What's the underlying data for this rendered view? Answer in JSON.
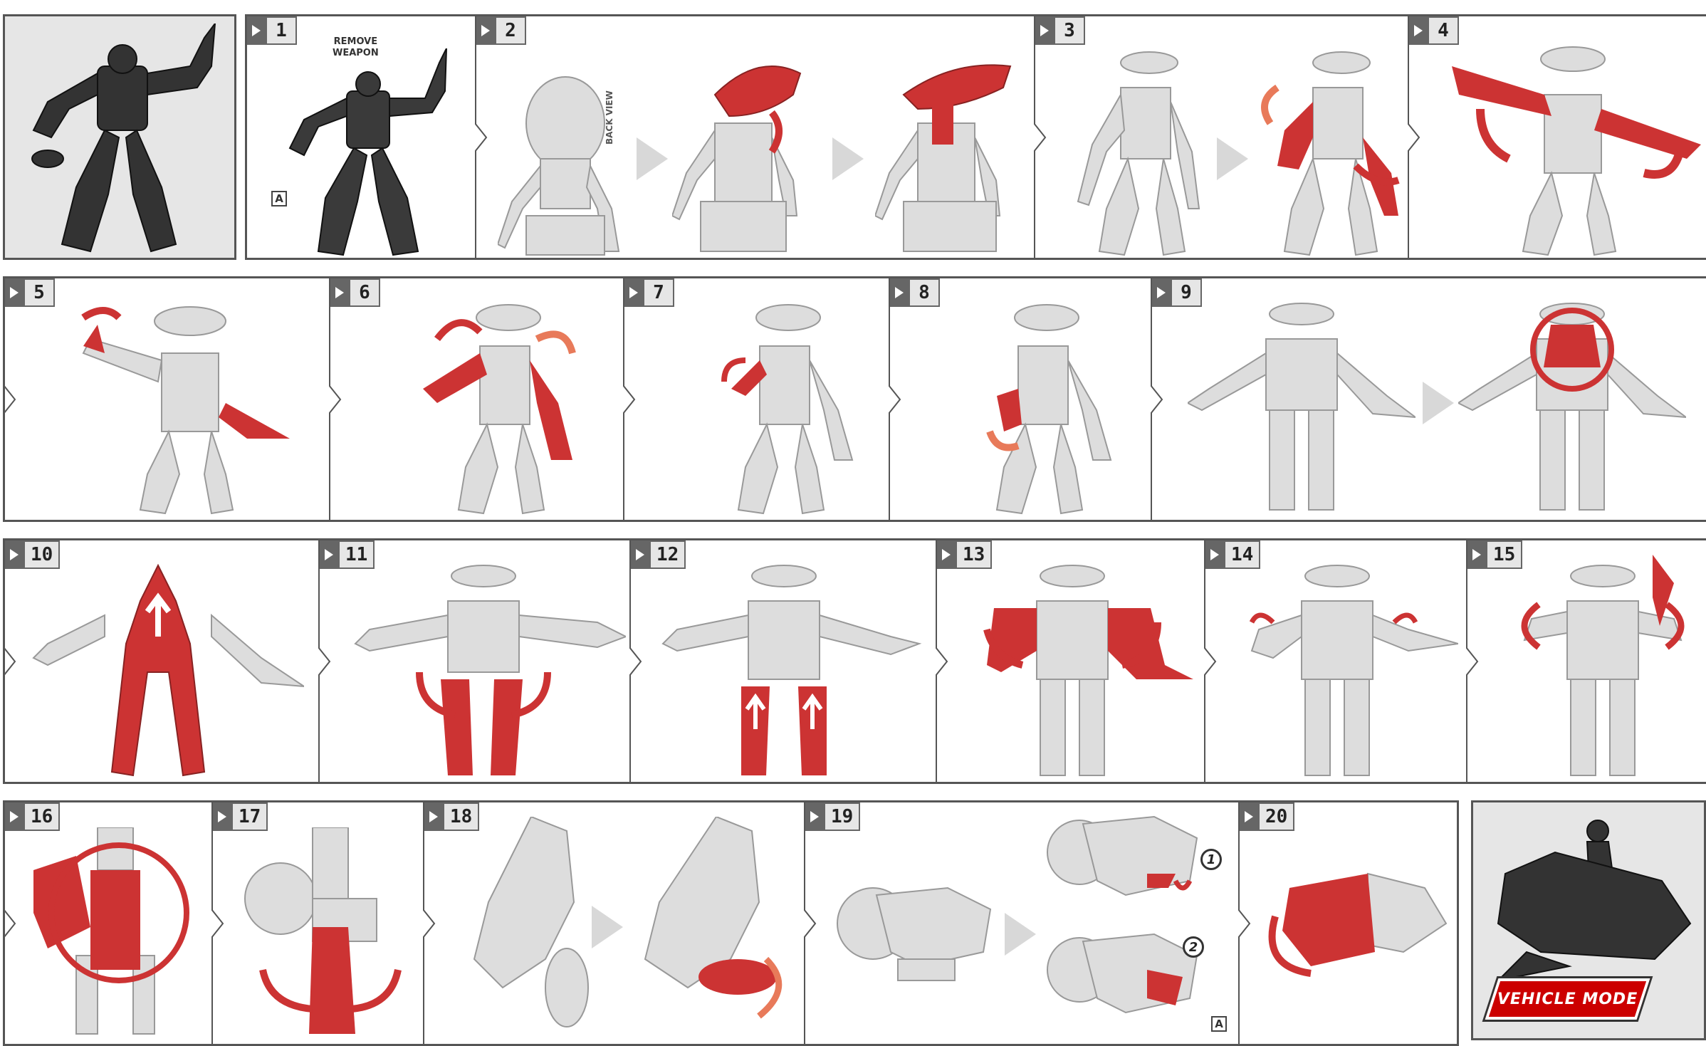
{
  "header_figure": {
    "name": "robot-mode"
  },
  "step1": {
    "number": "1",
    "label_line1": "REMOVE",
    "label_line2": "WEAPON",
    "callout": "A"
  },
  "step2": {
    "number": "2",
    "back_view": "BACK VIEW"
  },
  "step3": {
    "number": "3"
  },
  "step4": {
    "number": "4"
  },
  "step5": {
    "number": "5"
  },
  "step6": {
    "number": "6"
  },
  "step7": {
    "number": "7"
  },
  "step8": {
    "number": "8"
  },
  "step9": {
    "number": "9"
  },
  "step10": {
    "number": "10"
  },
  "step11": {
    "number": "11"
  },
  "step12": {
    "number": "12"
  },
  "step13": {
    "number": "13"
  },
  "step14": {
    "number": "14"
  },
  "step15": {
    "number": "15"
  },
  "step16": {
    "number": "16"
  },
  "step17": {
    "number": "17"
  },
  "step18": {
    "number": "18"
  },
  "step19": {
    "number": "19",
    "sub1": "1",
    "sub2": "2",
    "callout": "A"
  },
  "step20": {
    "number": "20"
  },
  "vehicle": {
    "label": "VEHICLE MODE"
  },
  "colors": {
    "accent_red": "#cc3333",
    "light_red": "#e87a5a",
    "figure_gray": "#d9d9d9",
    "dark_figure": "#3a3a3a",
    "panel_gray": "#e6e6e6"
  }
}
